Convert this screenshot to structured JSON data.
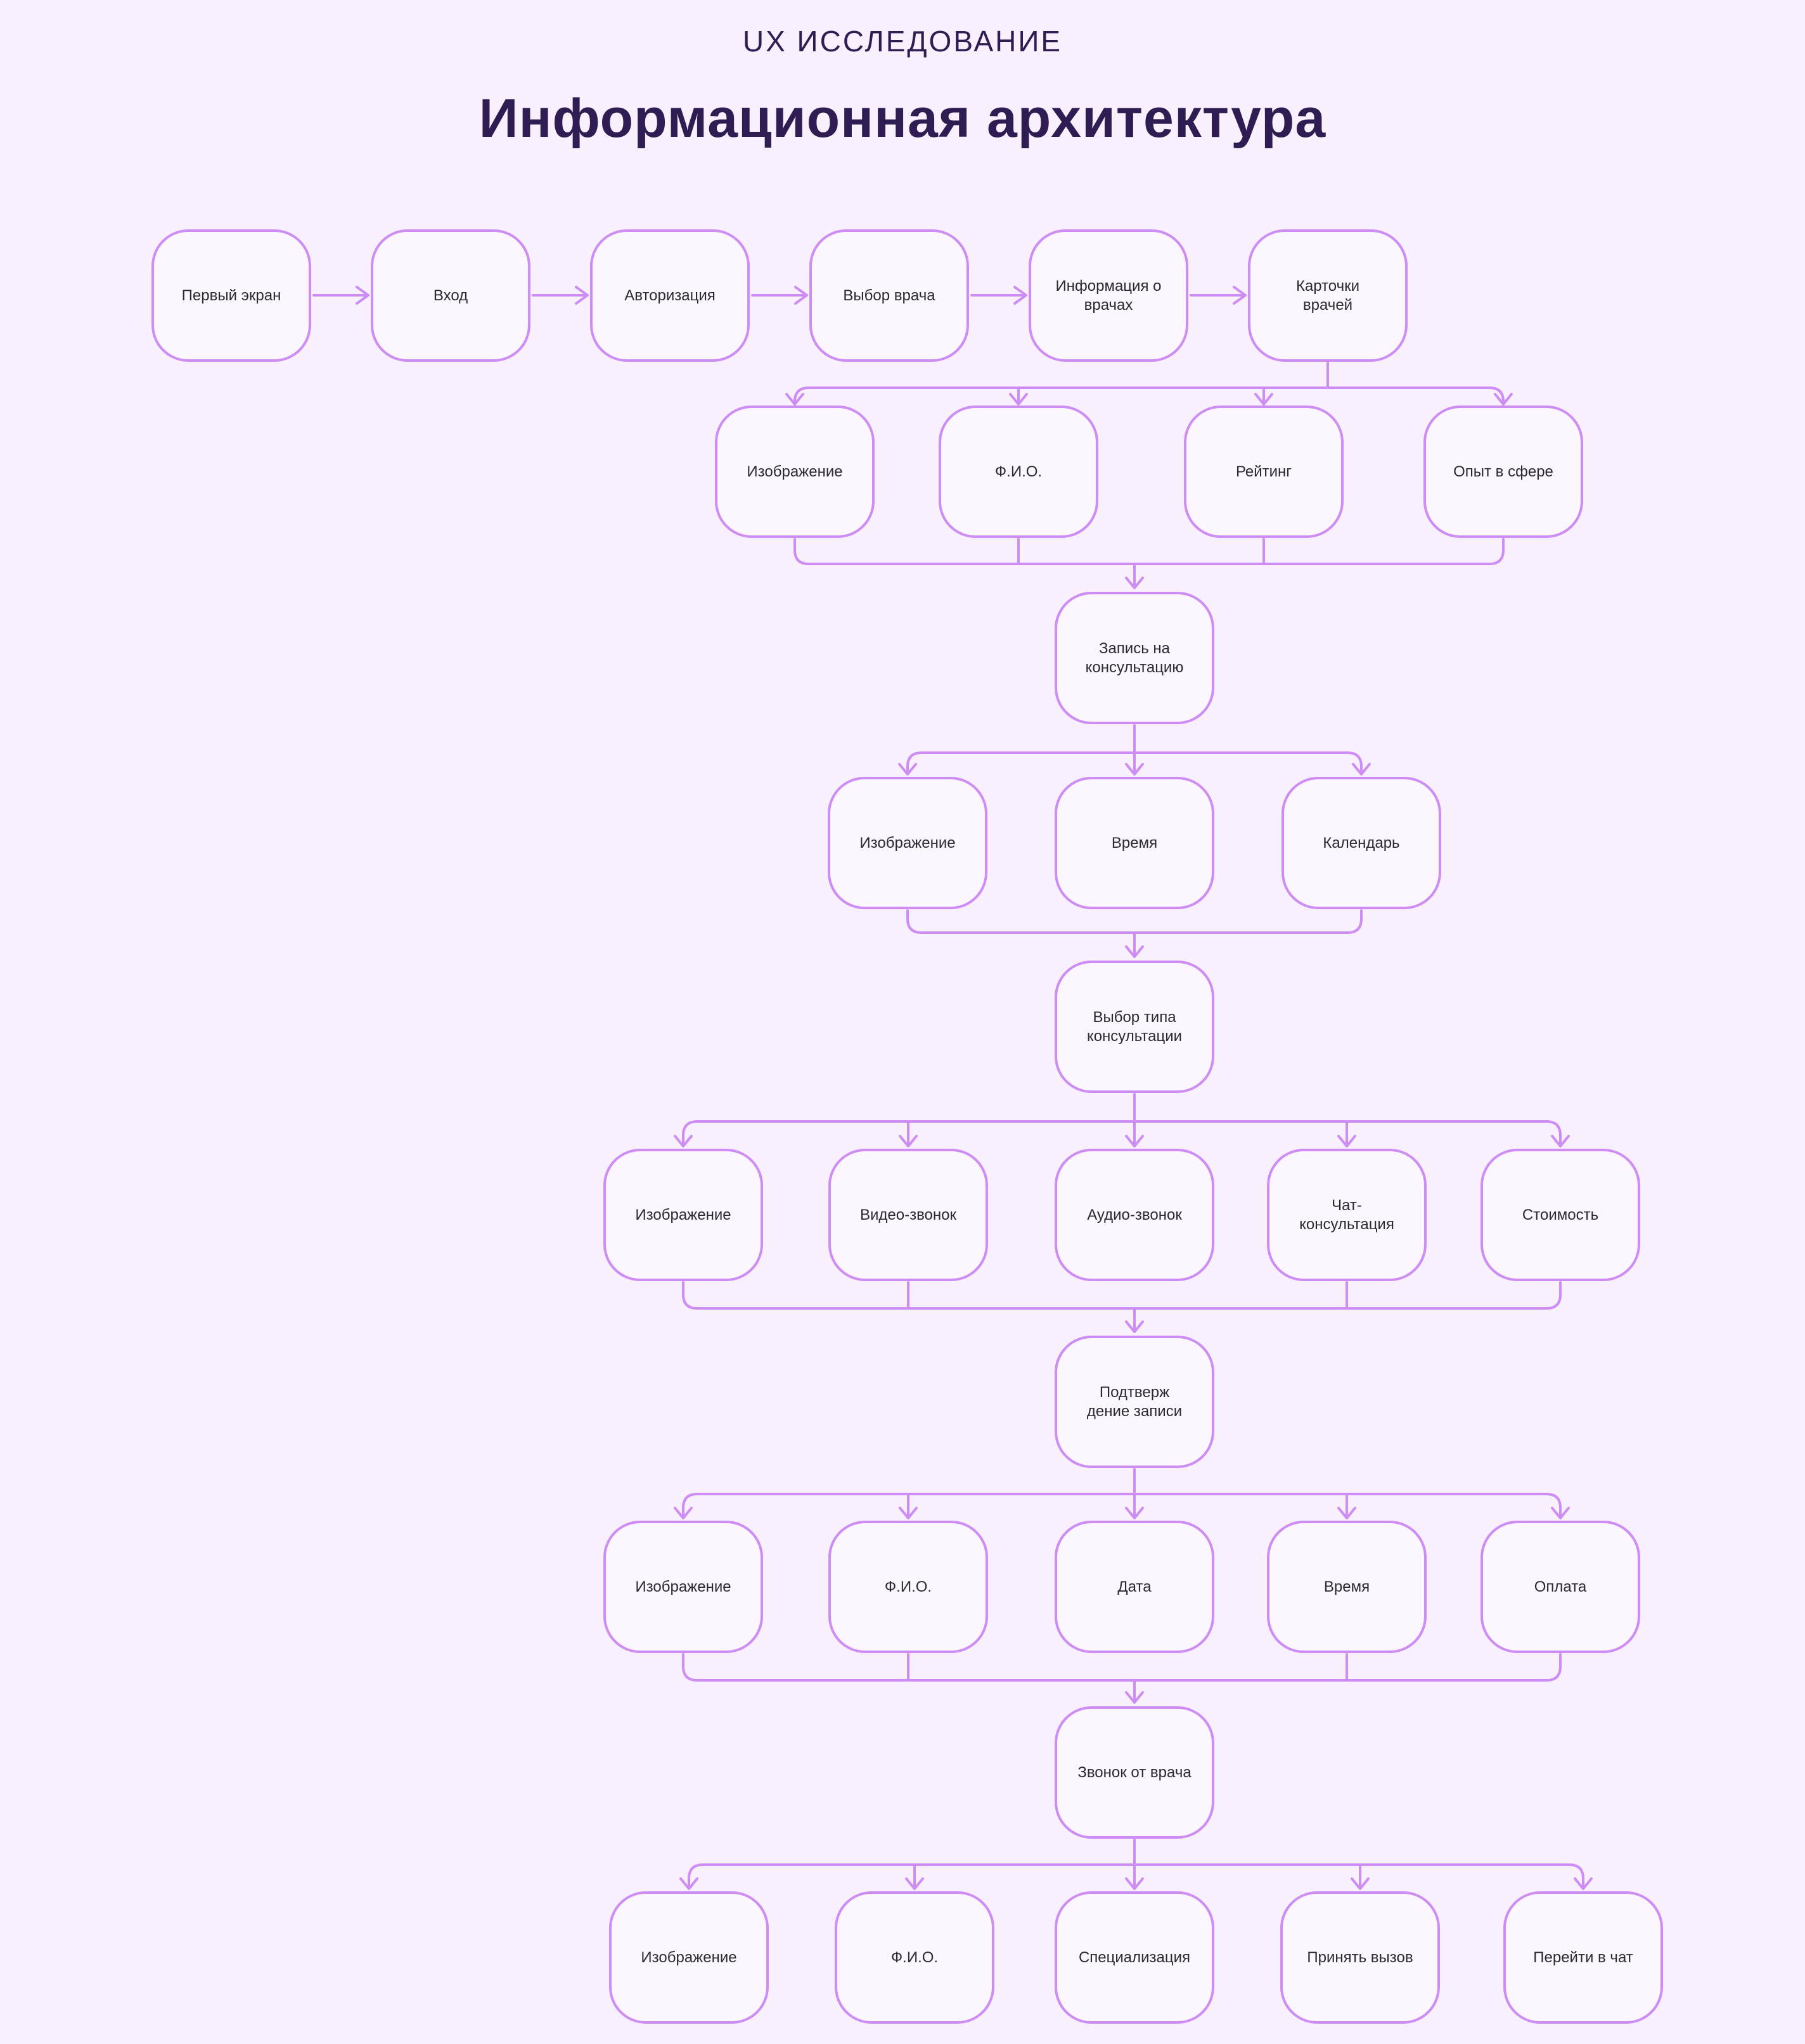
{
  "header": {
    "kicker": "UX ИССЛЕДОВАНИЕ",
    "title": "Информационная архитектура"
  },
  "palette": {
    "background": "#f8f0fc",
    "node_fill": "#fcf7fe",
    "accent": "#cd8df4",
    "heading": "#2f1c52",
    "node_text": "#2b2a2f"
  },
  "nodes": {
    "first_screen": "Первый экран",
    "login": "Вход",
    "auth": "Авторизация",
    "doctor_select": "Выбор врача",
    "doctor_info": "Информация о\nврачах",
    "doctor_cards": "Карточки\nврачей",
    "card_image": "Изображение",
    "card_name": "Ф.И.О.",
    "card_rating": "Рейтинг",
    "card_experience": "Опыт в сфере",
    "booking": "Запись на\nконсультацию",
    "booking_image": "Изображение",
    "booking_time": "Время",
    "booking_calendar": "Календарь",
    "consult_type": "Выбор типа\nконсультации",
    "type_image": "Изображение",
    "video_call": "Видео-звонок",
    "audio_call": "Аудио-звонок",
    "chat_consult": "Чат-\nконсультация",
    "price": "Стоимость",
    "confirmation": "Подтверж\nдение записи",
    "confirm_image": "Изображение",
    "confirm_name": "Ф.И.О.",
    "confirm_date": "Дата",
    "confirm_time": "Время",
    "confirm_payment": "Оплата",
    "doctor_call": "Звонок от врача",
    "call_image": "Изображение",
    "call_name": "Ф.И.О.",
    "call_spec": "Специализация",
    "accept_call": "Принять вызов",
    "go_to_chat": "Перейти в чат"
  },
  "structure": {
    "top_flow": [
      "first_screen",
      "login",
      "auth",
      "doctor_select",
      "doctor_info",
      "doctor_cards"
    ],
    "branches": [
      {
        "parent": "doctor_cards",
        "children": [
          "card_image",
          "card_name",
          "card_rating",
          "card_experience"
        ],
        "merge_to": "booking"
      },
      {
        "parent": "booking",
        "children": [
          "booking_image",
          "booking_time",
          "booking_calendar"
        ],
        "merge_to": "consult_type"
      },
      {
        "parent": "consult_type",
        "children": [
          "type_image",
          "video_call",
          "audio_call",
          "chat_consult",
          "price"
        ],
        "merge_to": "confirmation"
      },
      {
        "parent": "confirmation",
        "children": [
          "confirm_image",
          "confirm_name",
          "confirm_date",
          "confirm_time",
          "confirm_payment"
        ],
        "merge_to": "doctor_call"
      },
      {
        "parent": "doctor_call",
        "children": [
          "call_image",
          "call_name",
          "call_spec",
          "accept_call",
          "go_to_chat"
        ],
        "merge_to": null
      }
    ]
  }
}
